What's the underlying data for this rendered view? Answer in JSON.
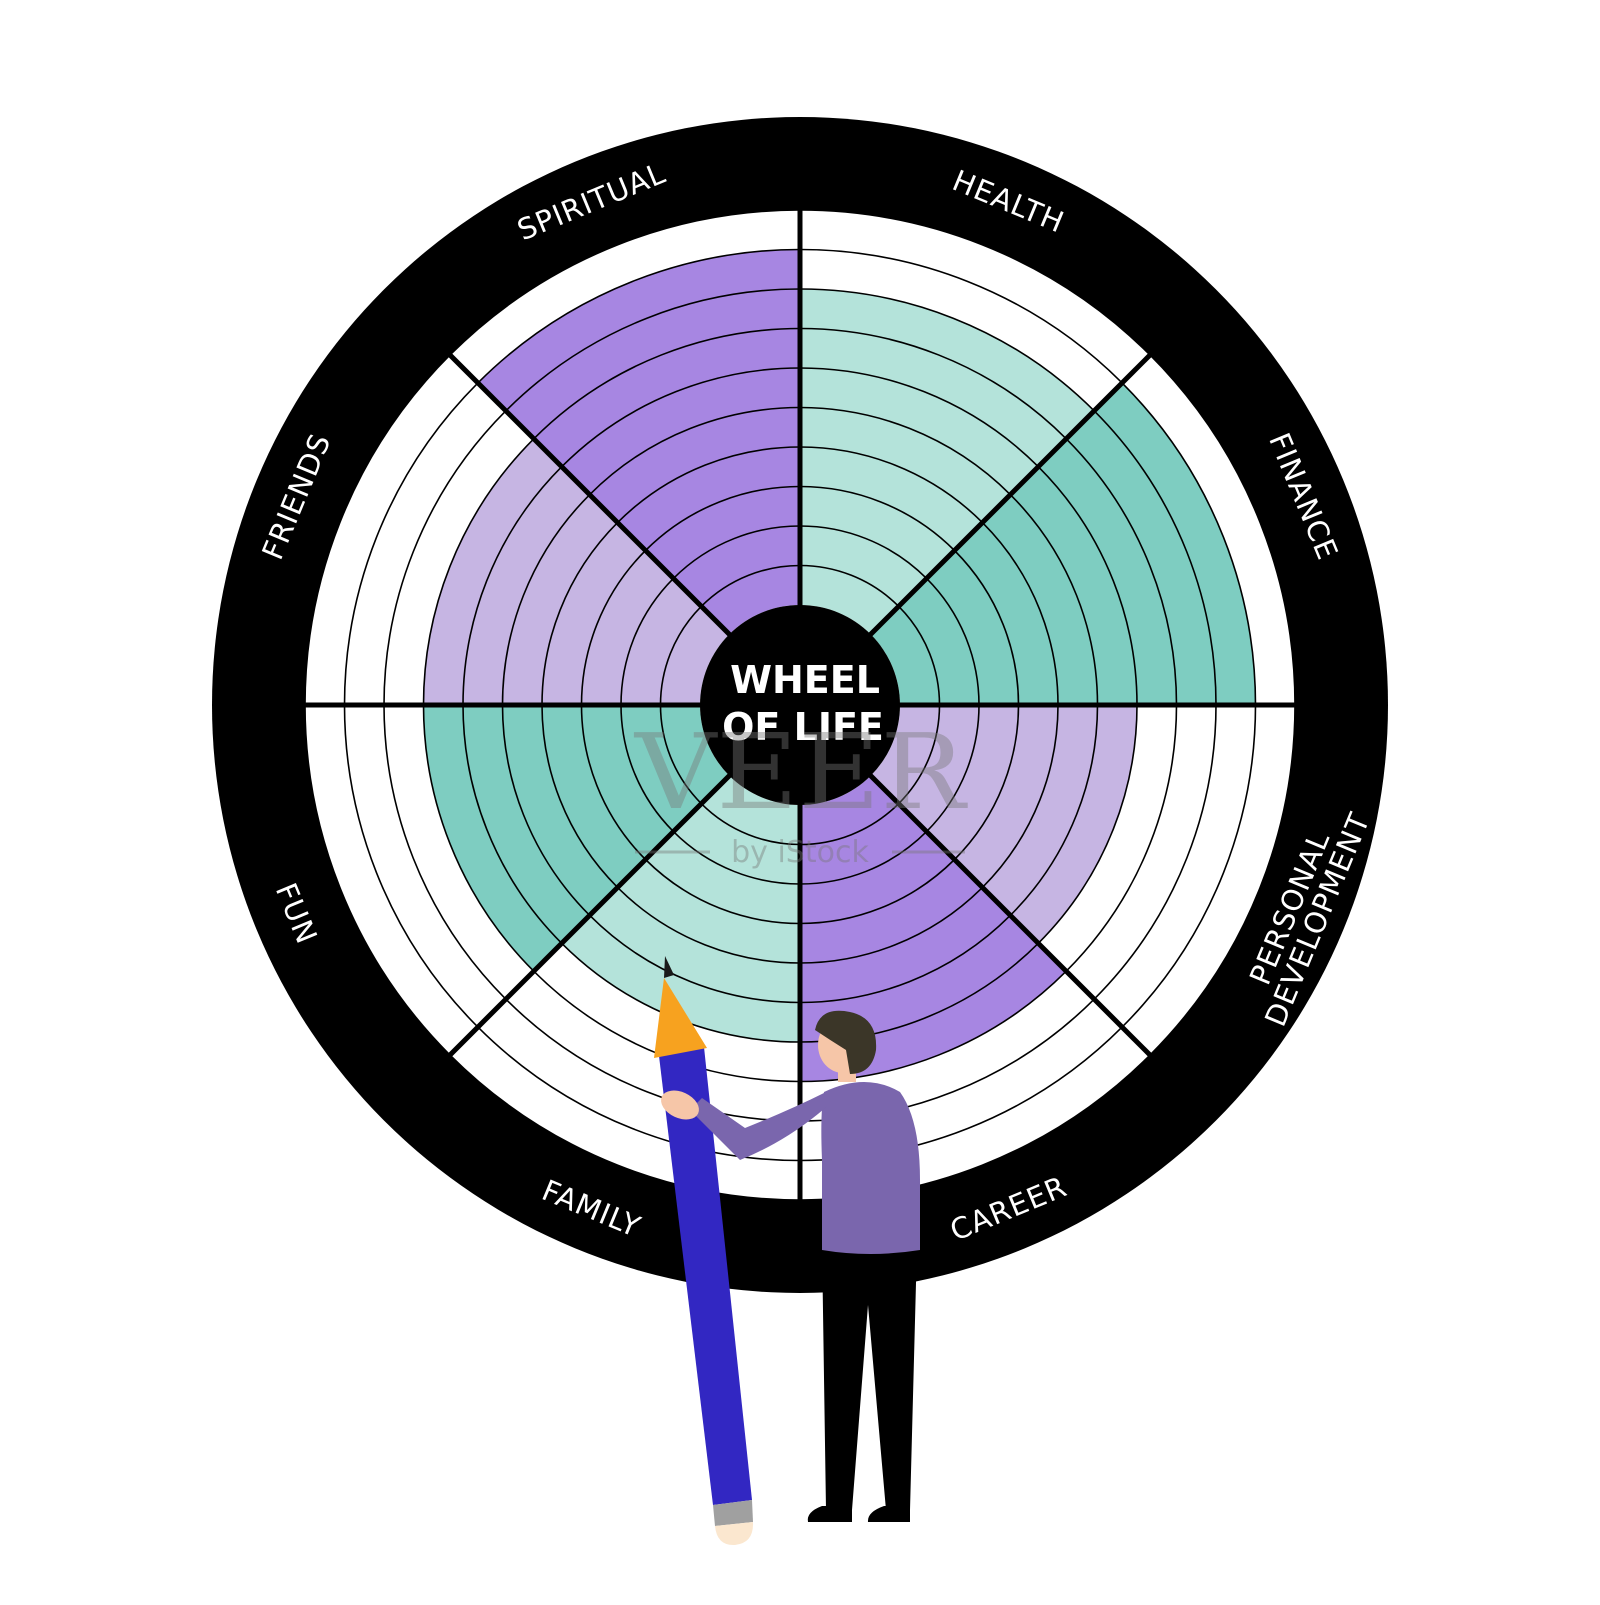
{
  "title": {
    "line1": "WHEEL",
    "line2": "OF LIFE"
  },
  "levels": 10,
  "segments": [
    {
      "label": "HEALTH",
      "score": 8,
      "color": "#b4e3da"
    },
    {
      "label": "FINANCE",
      "score": 9,
      "color": "#7ecdc1"
    },
    {
      "label": "PERSONAL DEVELOPMENT",
      "label_lines": [
        "PERSONAL",
        "DEVELOPMENT"
      ],
      "score": 6,
      "color": "#c6b5e3"
    },
    {
      "label": "CAREER",
      "score": 7,
      "color": "#a786e2"
    },
    {
      "label": "FAMILY",
      "score": 6,
      "color": "#b4e3da"
    },
    {
      "label": "FUN",
      "score": 7,
      "color": "#7ecdc1"
    },
    {
      "label": "FRIENDS",
      "score": 7,
      "color": "#c6b5e3"
    },
    {
      "label": "SPIRITUAL",
      "score": 9,
      "color": "#a786e2"
    }
  ],
  "watermark": {
    "main": "VEER",
    "sub": "by iStock"
  },
  "colors": {
    "ring": "#000000",
    "background": "#ffffff",
    "shirt": "#7a66ad",
    "pencil": "#3227c2",
    "pencil_tip": "#f7a21f"
  }
}
